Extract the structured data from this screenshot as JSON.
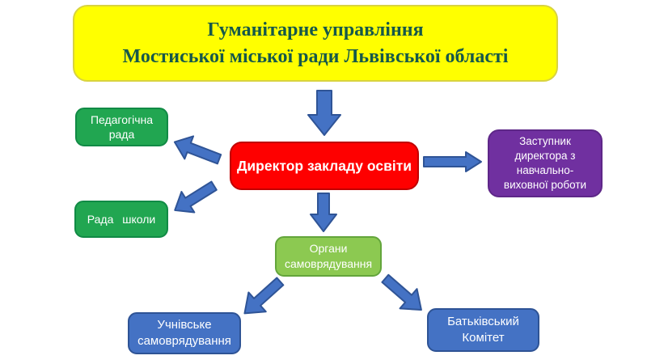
{
  "title": {
    "lines": [
      "Гуманітарне управління",
      "Мостиської міської ради Львівської області"
    ]
  },
  "nodes": {
    "director": {
      "label": "Директор закладу освіти",
      "fill": "#FE0000",
      "border": "#C00000"
    },
    "pedagogical_council": {
      "lines": [
        "Педагогічна",
        "рада"
      ],
      "fill": "#21A651"
    },
    "school_council": {
      "label": "Рада школи",
      "fill": "#21A651"
    },
    "deputy_director": {
      "lines": [
        "Заступник",
        "директора з",
        "навчально-",
        "виховної роботи"
      ],
      "fill": "#7030A0"
    },
    "self_government": {
      "lines": [
        "Органи",
        "самоврядування"
      ],
      "fill": "#8CC951"
    },
    "student_government": {
      "lines": [
        "Учнівське",
        "самоврядування"
      ],
      "fill": "#4472C4"
    },
    "parent_committee": {
      "lines": [
        "Батьківський",
        "Комітет"
      ],
      "fill": "#4472C4"
    }
  },
  "palette": {
    "banner_fill": "#FFFF00",
    "title_text": "#16584A",
    "arrow_fill": "#4472C4",
    "arrow_stroke": "#2F5496",
    "node_text": "#FFFFFF"
  }
}
